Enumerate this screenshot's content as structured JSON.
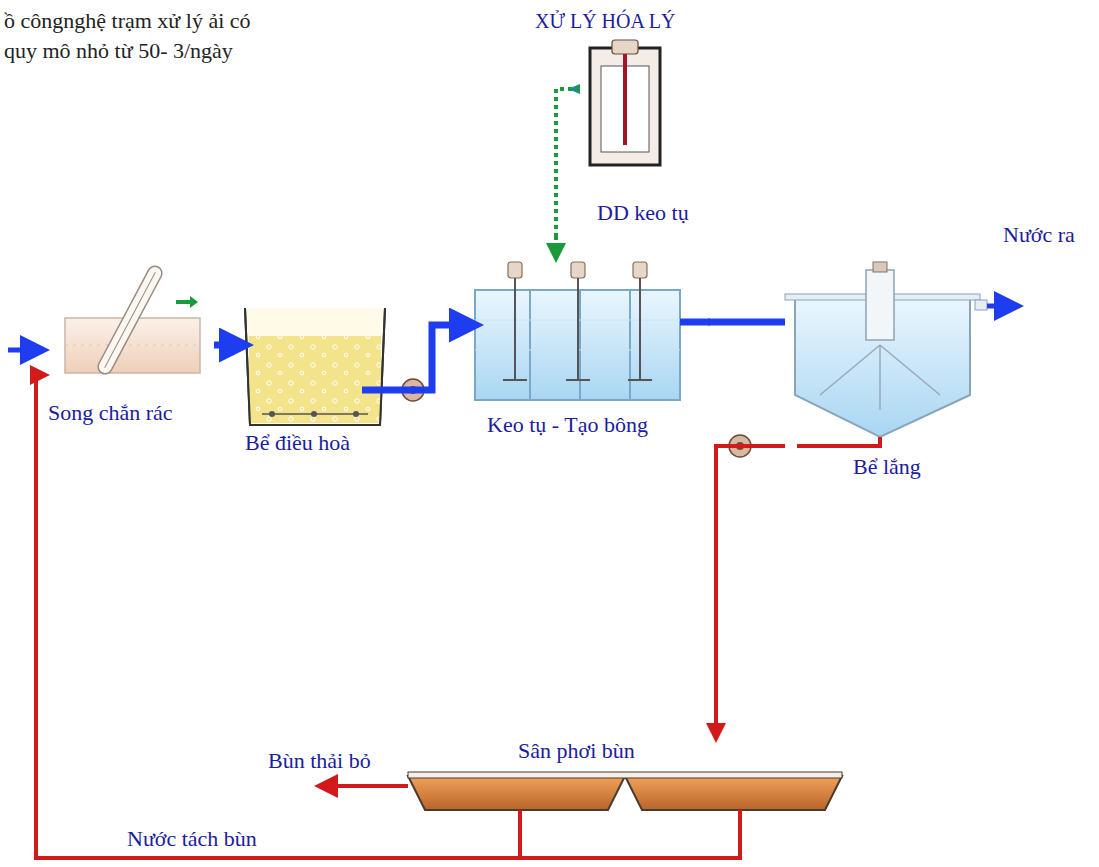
{
  "diagram": {
    "title": "ồ côngnghệ trạm xử lý ải có quy mô nhỏ từ 50- 3/ngày",
    "nodes": [
      {
        "text": [
          "Song chắn rác"
        ]
      },
      {
        "text": [
          "Bể điều hoà"
        ]
      },
      {
        "text": [
          "Keo tụ - Tạo bông"
        ]
      },
      {
        "text": [
          "Bể lắng"
        ]
      },
      {
        "text": [
          "XỬ LÝ HÓA LÝ",
          "DD keo tụ"
        ]
      },
      {
        "text": [
          "Sân phơi bùn"
        ]
      }
    ],
    "edges": [
      {
        "from": 0,
        "to": 1,
        "arrow": "to"
      },
      {
        "from": 1,
        "to": 2,
        "arrow": "to"
      },
      {
        "from": 4,
        "to": 2,
        "arrow": "to"
      },
      {
        "from": 2,
        "to": 3,
        "arrow": "none"
      },
      {
        "from": 3,
        "to": 5,
        "arrow": "to"
      },
      {
        "from": 5,
        "to": 0,
        "label": "Nước tách bùn",
        "arrow": "to"
      }
    ],
    "labels": [
      "Nước ra",
      "Bùn thải bỏ"
    ]
  }
}
